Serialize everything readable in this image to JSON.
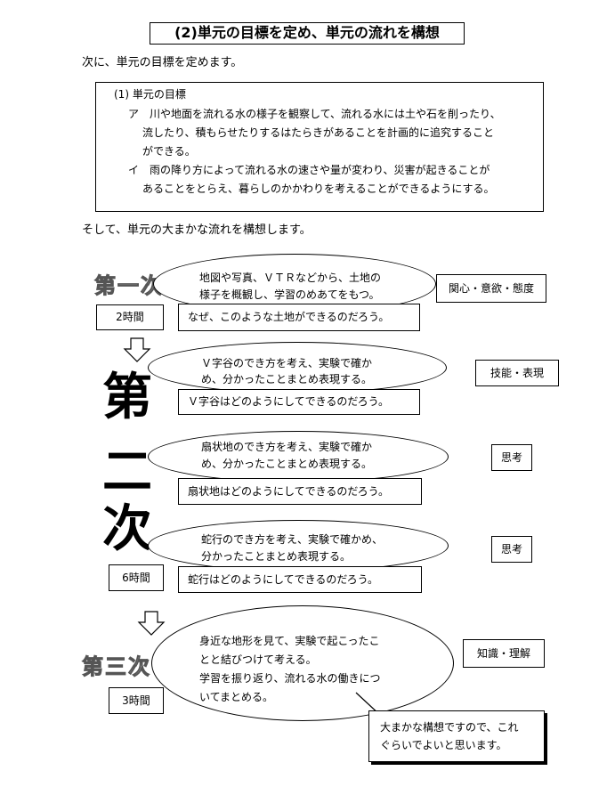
{
  "title": "(2)単元の目標を定め、単元の流れを構想",
  "intro": "次に、単元の目標を定めます。",
  "goals": {
    "heading": "(1) 単元の目標",
    "a_lines": [
      "ア　川や地面を流れる水の様子を観察して、流れる水には土や石を削ったり、",
      "流したり、積もらせたりするはたらきがあることを計画的に追究すること",
      "ができる。"
    ],
    "i_lines": [
      "イ　雨の降り方によって流れる水の速さや量が変わり、災害が起きることが",
      "あることをとらえ、暮らしのかかわりを考えることができるようにする。"
    ]
  },
  "flow_intro": "そして、単元の大まかな流れを構想します。",
  "phase1": {
    "label": "第一次",
    "hours": "2時間",
    "activity_lines": [
      "地図や写真、ＶＴＲなどから、土地の",
      "様子を概観し、学習のめあてをもつ。"
    ],
    "question": "なぜ、このような土地ができるのだろう。",
    "eval": "関心・意欲・態度"
  },
  "phase2": {
    "label_chars": [
      "第",
      "二",
      "次"
    ],
    "hours": "6時間",
    "steps": [
      {
        "activity_lines": [
          "Ｖ字谷のでき方を考え、実験で確か",
          "め、分かったことまとめ表現する。"
        ],
        "question": "Ｖ字谷はどのようにしてできるのだろう。",
        "eval": "技能・表現"
      },
      {
        "activity_lines": [
          "扇状地のでき方を考え、実験で確か",
          "め、分かったことまとめ表現する。"
        ],
        "question": "扇状地はどのようにしてできるのだろう。",
        "eval": "思考"
      },
      {
        "activity_lines": [
          "蛇行のでき方を考え、実験で確かめ、",
          "分かったことまとめ表現する。"
        ],
        "question": "蛇行はどのようにしてできるのだろう。",
        "eval": "思考"
      }
    ]
  },
  "phase3": {
    "label": "第三次",
    "hours": "3時間",
    "activity_lines": [
      "身近な地形を見て、実験で起こったこ",
      "とと結びつけて考える。",
      "学習を振り返り、流れる水の働きにつ",
      "いてまとめる。"
    ],
    "eval": "知識・理解"
  },
  "callout_lines": [
    "大まかな構想ですので、これ",
    "ぐらいでよいと思います。"
  ]
}
